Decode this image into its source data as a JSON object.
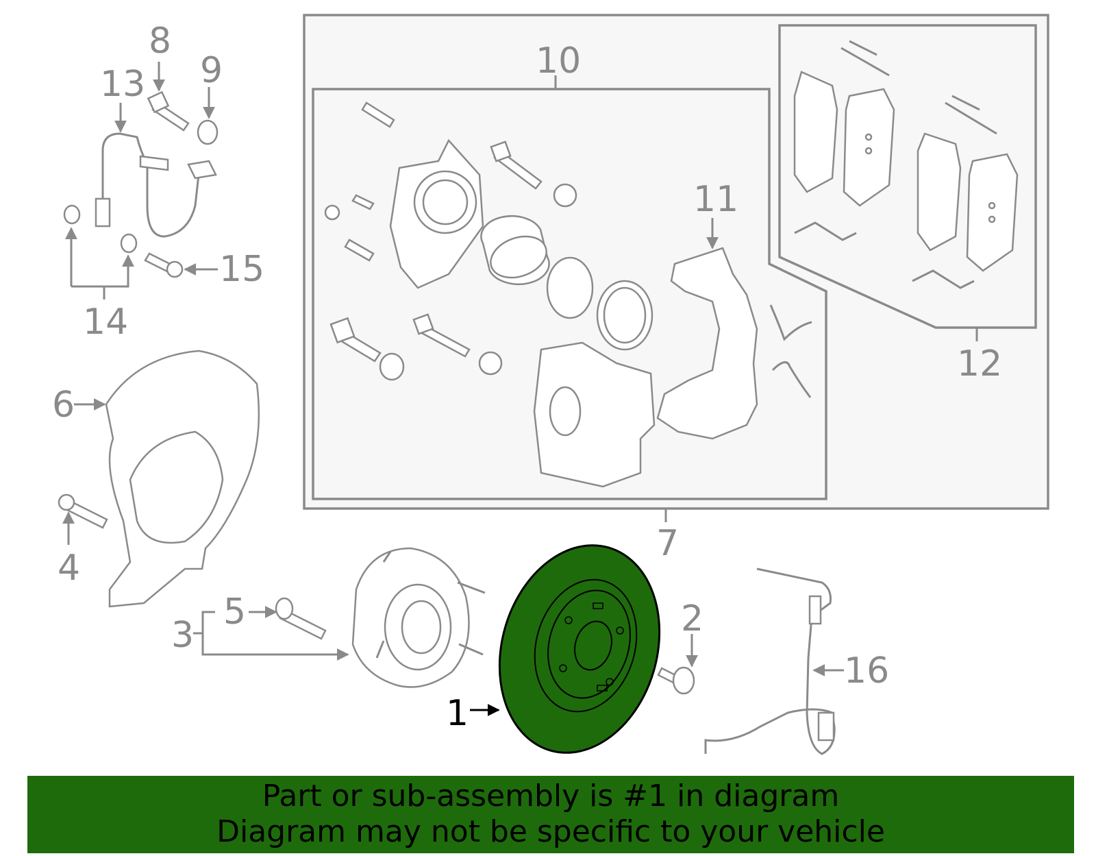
{
  "colors": {
    "highlight": "#1e6b0c",
    "line": "#8a8a8a",
    "background": "#ffffff"
  },
  "callouts": {
    "c1": "1",
    "c2": "2",
    "c3": "3",
    "c4": "4",
    "c5": "5",
    "c6": "6",
    "c7": "7",
    "c8": "8",
    "c9": "9",
    "c10": "10",
    "c11": "11",
    "c12": "12",
    "c13": "13",
    "c14": "14",
    "c15": "15",
    "c16": "16"
  },
  "highlighted_part": "1",
  "banner": {
    "line1": "Part or sub-assembly is #1 in diagram",
    "line2": "Diagram may not be specific to your vehicle"
  }
}
